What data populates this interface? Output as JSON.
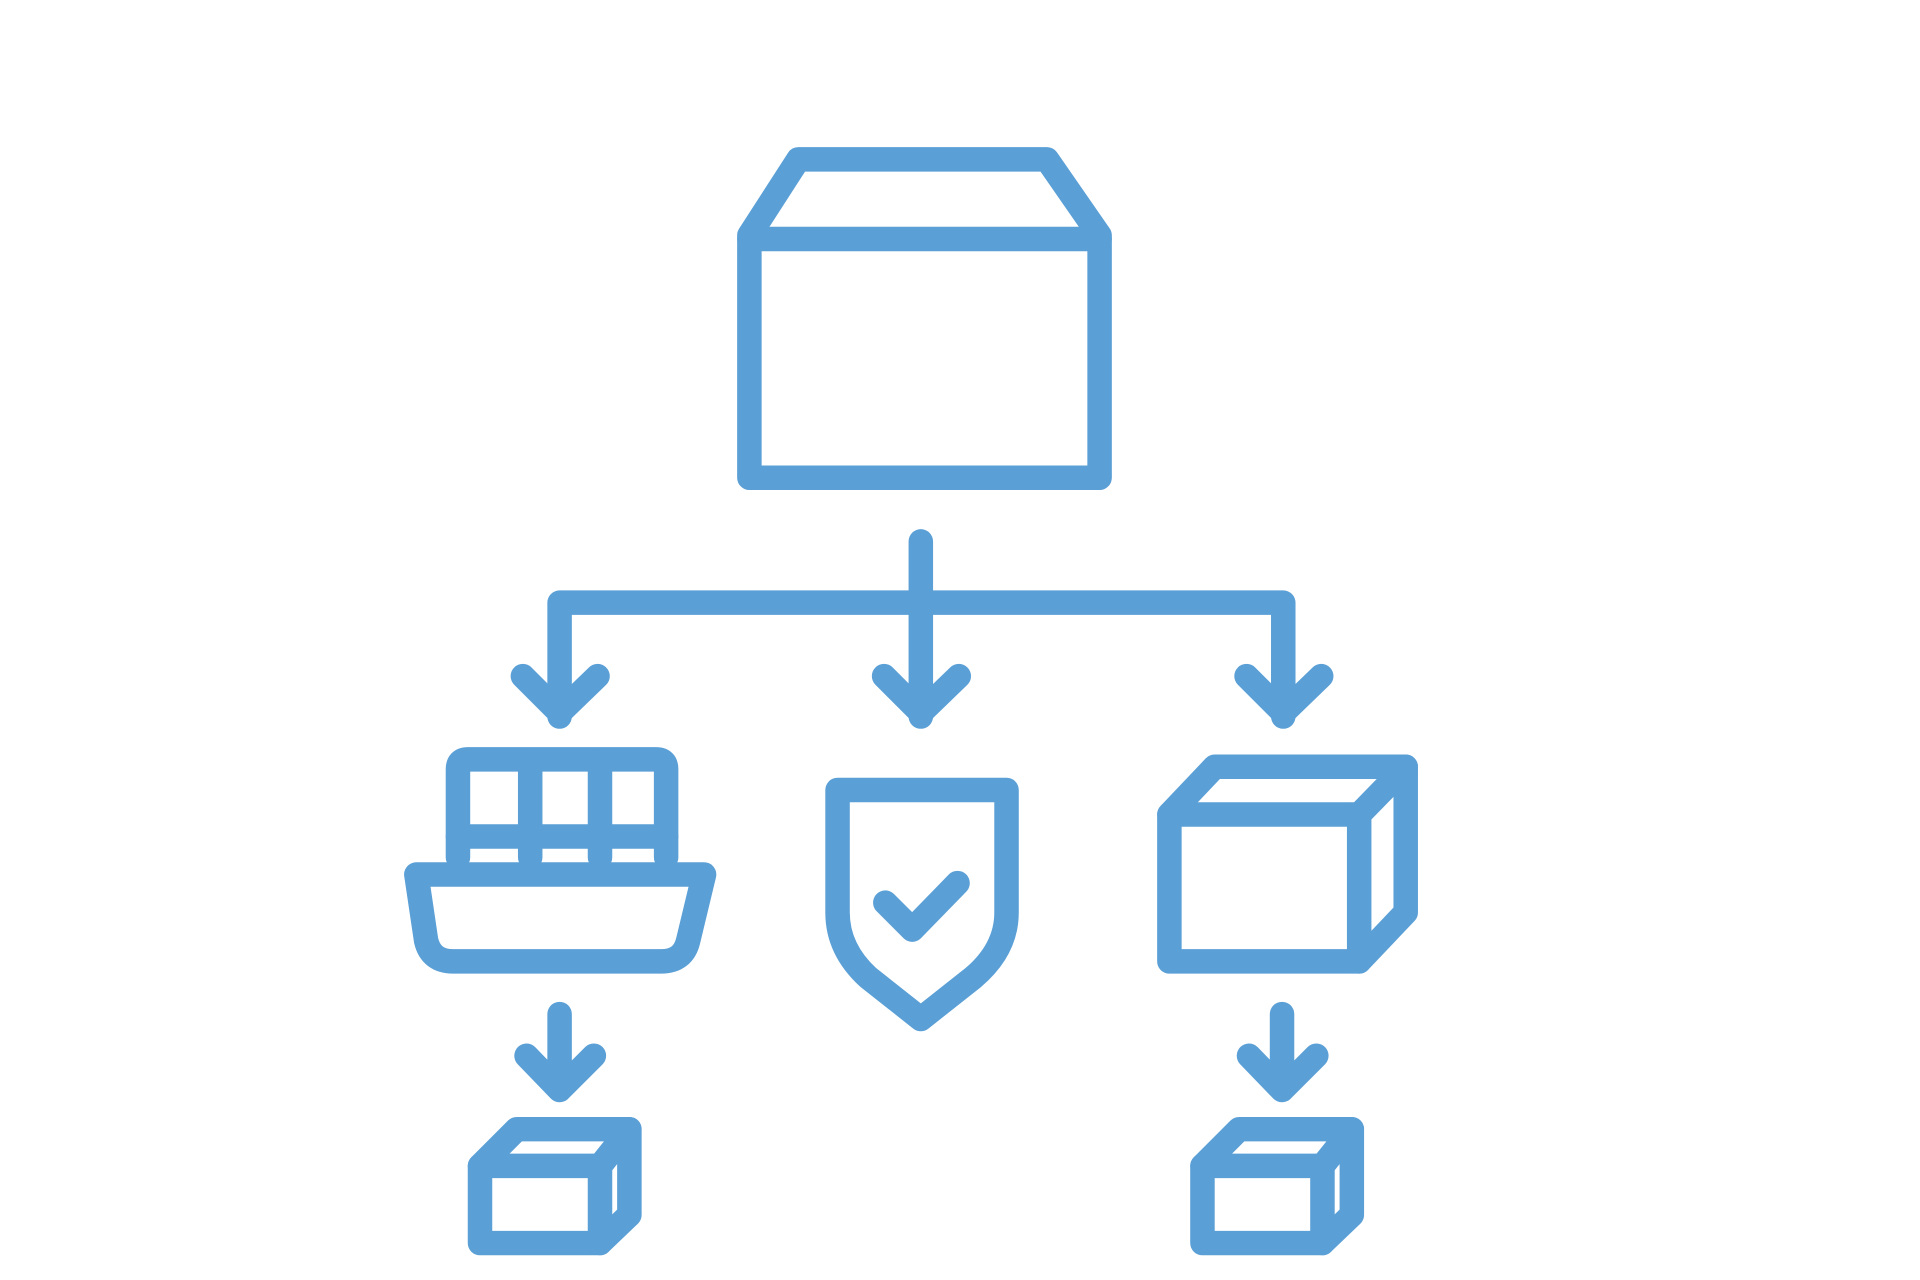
{
  "diagram": {
    "description_type": "distribution-flow-icon",
    "color": "#5a9fd6",
    "nodes": [
      {
        "id": "source",
        "icon": "open-box-icon"
      },
      {
        "id": "shipping",
        "icon": "cargo-ship-icon"
      },
      {
        "id": "protection",
        "icon": "shield-check-icon"
      },
      {
        "id": "warehouse",
        "icon": "package-box-icon"
      },
      {
        "id": "ship-delivery",
        "icon": "small-box-icon"
      },
      {
        "id": "package-delivery",
        "icon": "small-box-icon"
      }
    ],
    "edges": [
      {
        "from": "source",
        "to": "shipping"
      },
      {
        "from": "source",
        "to": "protection"
      },
      {
        "from": "source",
        "to": "warehouse"
      },
      {
        "from": "shipping",
        "to": "ship-delivery"
      },
      {
        "from": "warehouse",
        "to": "package-delivery"
      }
    ]
  }
}
